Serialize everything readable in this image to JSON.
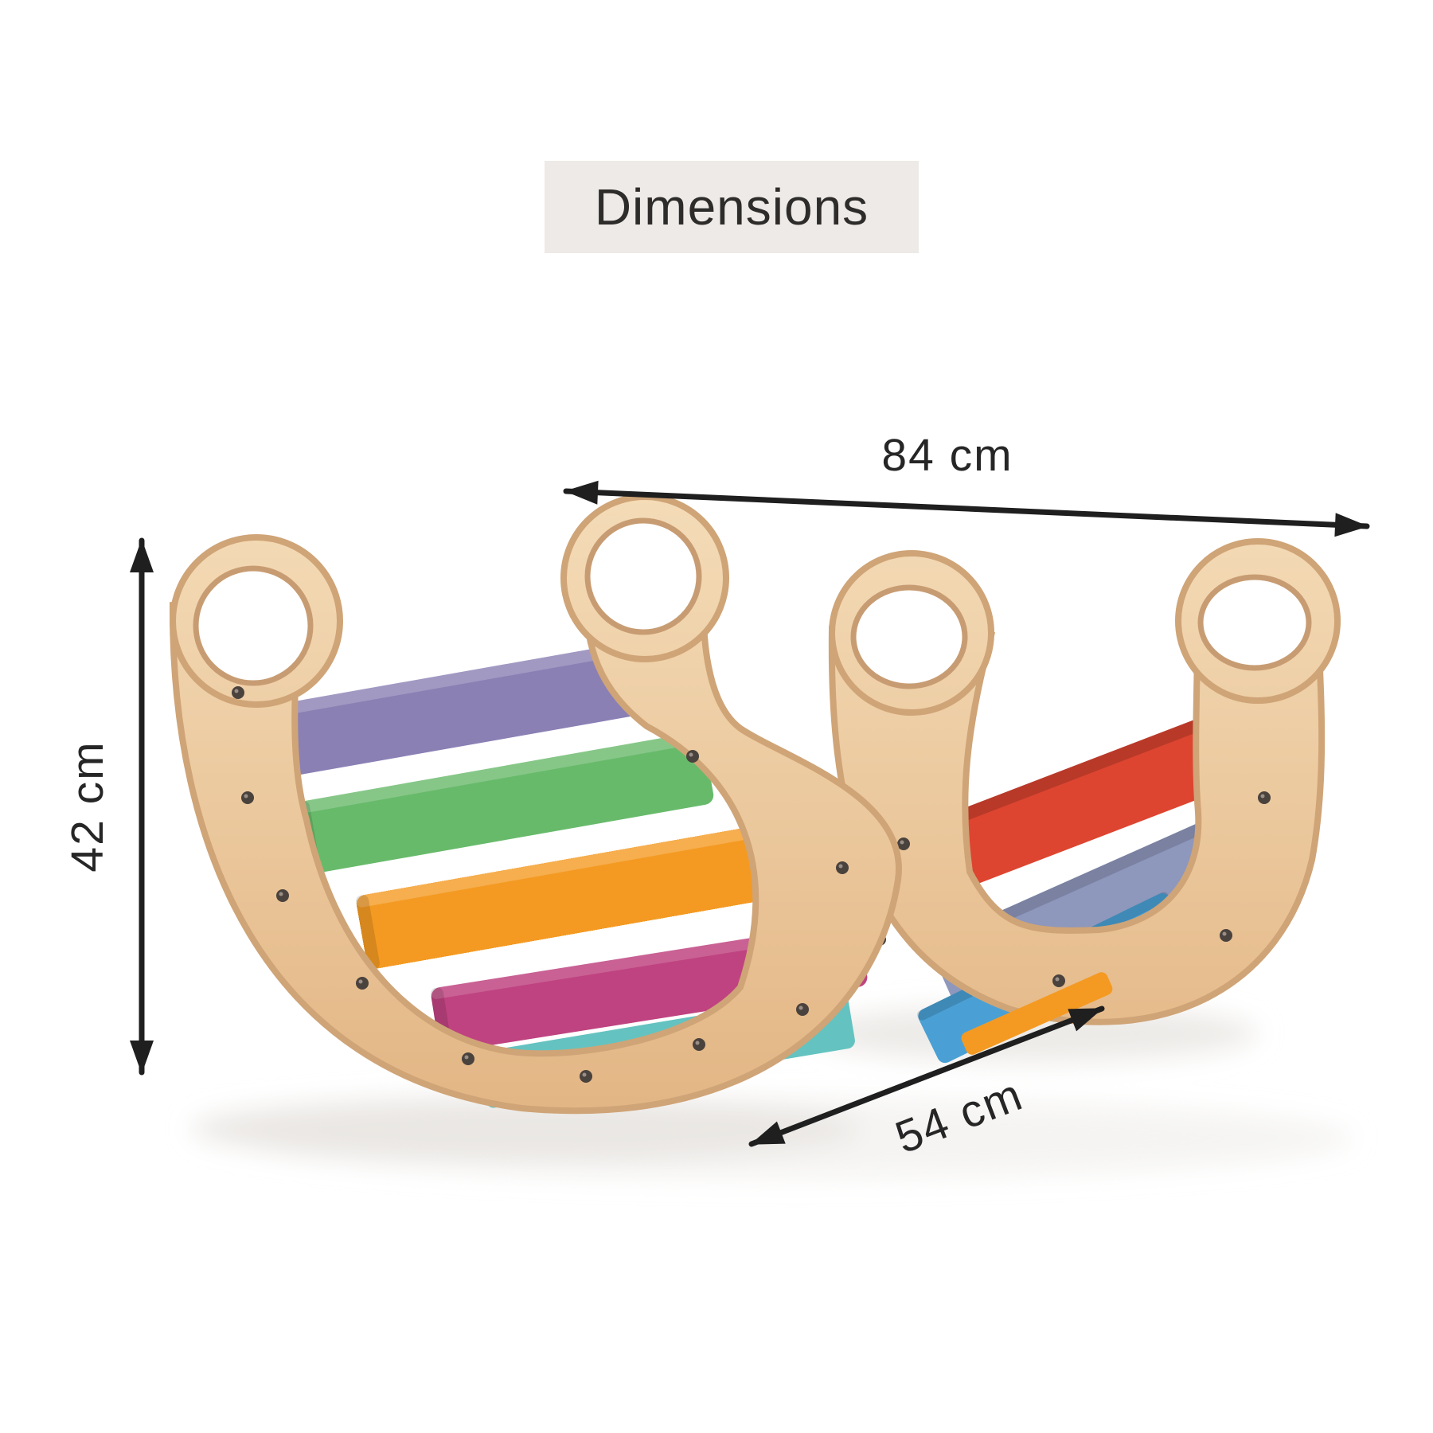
{
  "page": {
    "background_color": "#ffffff"
  },
  "header": {
    "title": "Dimensions",
    "badge_bg": "#edeae7",
    "text_color": "#2e2c2a"
  },
  "dimensions": {
    "width": {
      "label": "84 cm",
      "value": 84,
      "unit": "cm"
    },
    "height": {
      "label": "42 cm",
      "value": 42,
      "unit": "cm"
    },
    "depth": {
      "label": "54 cm",
      "value": 54,
      "unit": "cm"
    }
  },
  "annotation_style": {
    "arrow_color": "#1f1f1f",
    "label_color": "#262626"
  },
  "product": {
    "name": "wooden-rainbow-balance-rocker",
    "wood": {
      "face_light": "#f4dcb8",
      "face_dark": "#e2b482",
      "edge": "#cfa477",
      "hole_rim": "#c89c72",
      "screw_color": "#4a423d",
      "screw_highlight": "#9a8f88"
    },
    "rungs": [
      {
        "name": "purple",
        "color": "#8b80b4"
      },
      {
        "name": "green",
        "color": "#68ba6b"
      },
      {
        "name": "orange",
        "color": "#f49a22"
      },
      {
        "name": "pink",
        "color": "#bf4380"
      },
      {
        "name": "cyan",
        "color": "#64c3c0"
      },
      {
        "name": "light-blue",
        "color": "#4aa0d4"
      },
      {
        "name": "periwinkle",
        "color": "#8e97bc"
      },
      {
        "name": "red",
        "color": "#dd4530"
      }
    ],
    "shadow_color": "#e9e6e2"
  }
}
